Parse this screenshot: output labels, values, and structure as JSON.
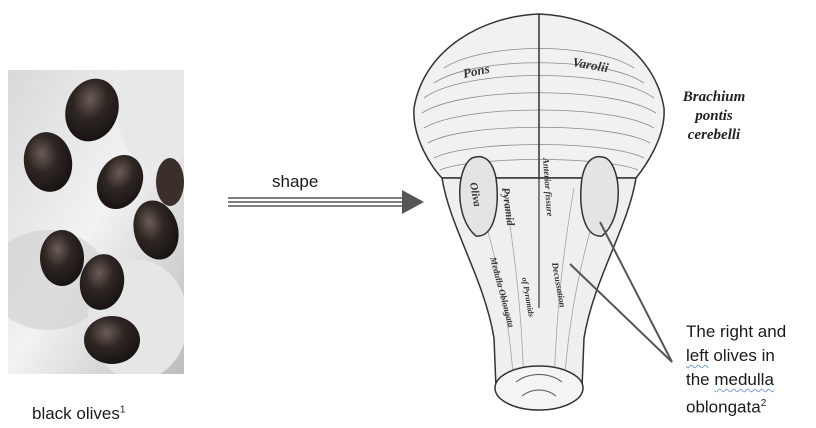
{
  "left_caption": {
    "text": "black olives",
    "footnote": "1"
  },
  "arrow": {
    "label": "shape"
  },
  "brain_labels": {
    "brachium": [
      "Brachium",
      "pontis",
      "cerebelli"
    ],
    "pons": "Pons",
    "varolii": "Varolii",
    "oliva": "Oliva",
    "pyramid": "Pyramid",
    "anterior_fissure": "Anterior fissure",
    "medulla_oblongata": "Medulla Oblongata",
    "decussation": "Decussation",
    "of_pyramids": "of Pyramids"
  },
  "right_caption": {
    "line1": "The right and",
    "line2_word": "left",
    "line2_rest": " olives in",
    "line3_pre": "the ",
    "line3_word": "medulla",
    "line4": "oblongata",
    "footnote": "2"
  },
  "colors": {
    "arrow": "#555555",
    "olive": "#2b2523",
    "wavy_underline": "#7aa0d6"
  }
}
